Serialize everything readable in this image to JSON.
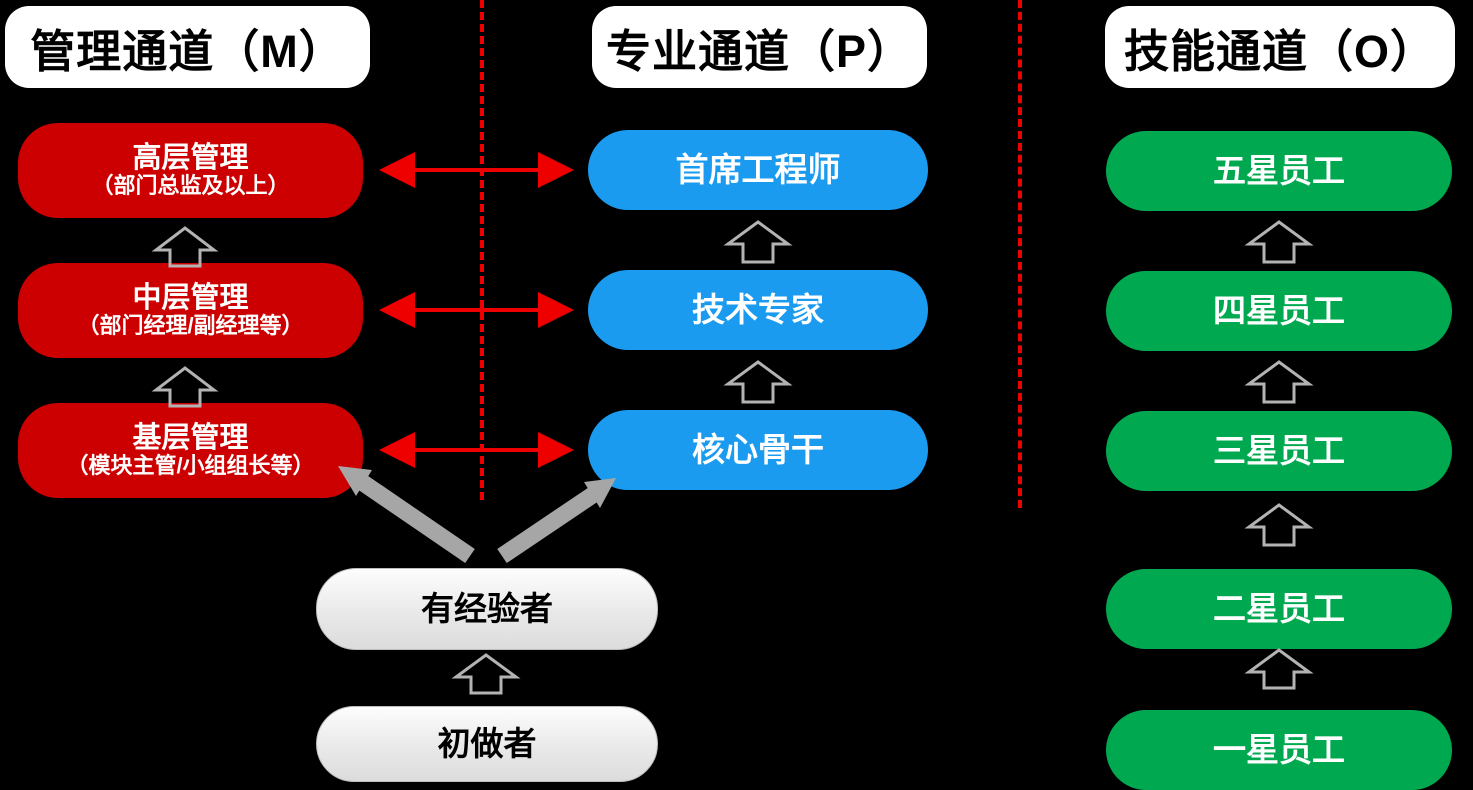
{
  "diagram": {
    "title_columns": [
      {
        "id": "M",
        "label": "管理通道（M）"
      },
      {
        "id": "P",
        "label": "专业通道（P）"
      },
      {
        "id": "O",
        "label": "技能通道（O）"
      }
    ],
    "management": {
      "color": "#cc0000",
      "levels": [
        {
          "name": "高层管理",
          "detail": "（部门总监及以上）"
        },
        {
          "name": "中层管理",
          "detail": "（部门经理/副经理等）"
        },
        {
          "name": "基层管理",
          "detail": "（模块主管/小组组长等）"
        }
      ]
    },
    "professional": {
      "color": "#1b9bf0",
      "levels": [
        {
          "name": "首席工程师"
        },
        {
          "name": "技术专家"
        },
        {
          "name": "核心骨干"
        }
      ]
    },
    "skill": {
      "color": "#00a94f",
      "levels": [
        {
          "name": "五星员工"
        },
        {
          "name": "四星员工"
        },
        {
          "name": "三星员工"
        },
        {
          "name": "二星员工"
        },
        {
          "name": "一星员工"
        }
      ]
    },
    "entry": {
      "experienced": "有经验者",
      "novice": "初做者"
    },
    "colors": {
      "background": "#000000",
      "divider": "#ee0000",
      "promote_arrow_outline": "#b3b3b3",
      "cross_arrow": "#ee0000",
      "entry_arrow": "#999999"
    }
  }
}
